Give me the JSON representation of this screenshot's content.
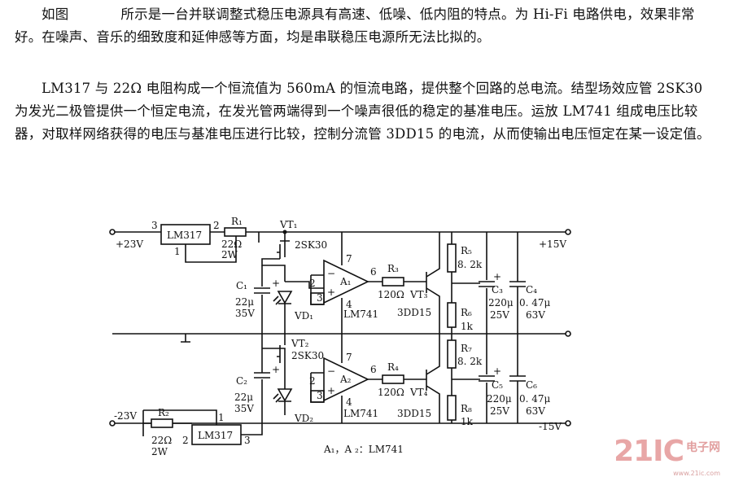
{
  "text": {
    "p1_lead": "如图",
    "p1_body": "所示是一台并联调整式稳压电源具有高速、低噪、低内阻的特点。为 Hi-Fi 电路供电，效果非常好。在噪声、音乐的细致度和延伸感等方面，均是串联稳压电源所无法比拟的。",
    "p2": "LM317 与 22Ω 电阻构成一个恒流值为 560mA 的恒流电路，提供整个回路的总电流。结型场效应管 2SK30 为发光二极管提供一个恒定电流，在发光管两端得到一个噪声很低的稳定的基准电压。运放 LM741 组成电压比较器，对取样网络获得的电压与基准电压进行比较，控制分流管 3DD15 的电流，从而使输出电压恒定在某一设定值。"
  },
  "schematic": {
    "in_pos": "+23V",
    "in_neg": "-23V",
    "out_pos": "+15V",
    "out_neg": "-15V",
    "lm317": "LM317",
    "lm741": "LM741",
    "r1": "R₁",
    "r2": "R₂",
    "r_val_22": "22Ω",
    "r_val_2w": "2W",
    "vt1": "VT₁",
    "vt2": "VT₂",
    "vt3": "VT₃",
    "vt4": "VT₄",
    "jfet": "2SK30",
    "a1": "A₁",
    "a2": "A₂",
    "r3": "R₃",
    "r4": "R₄",
    "r_val_120": "120Ω",
    "bjt": "3DD15",
    "vd1": "VD₁",
    "vd2": "VD₂",
    "c1": "C₁",
    "c2": "C₂",
    "c_val_22u": "22μ",
    "c_val_35v": "35V",
    "r5": "R₅",
    "r6": "R₆",
    "r7": "R₇",
    "r8": "R₈",
    "r_val_82k": "8. 2k",
    "r_val_1k": "1k",
    "c3": "C₃",
    "c4": "C₄",
    "c5": "C₅",
    "c6": "C₆",
    "c_val_220u": "220μ",
    "c_val_25v": "25V",
    "c_val_047": "0. 47μ",
    "c_val_63v": "63V",
    "caption": "A₁，A ₂：LM741",
    "pin1": "1",
    "pin2": "2",
    "pin3": "3",
    "pin4": "4",
    "pin6": "6",
    "pin7": "7",
    "plus": "+",
    "minus": "−"
  },
  "watermark": {
    "logo": "21IC",
    "cn": "电子网",
    "url": "www.21ic.com"
  }
}
